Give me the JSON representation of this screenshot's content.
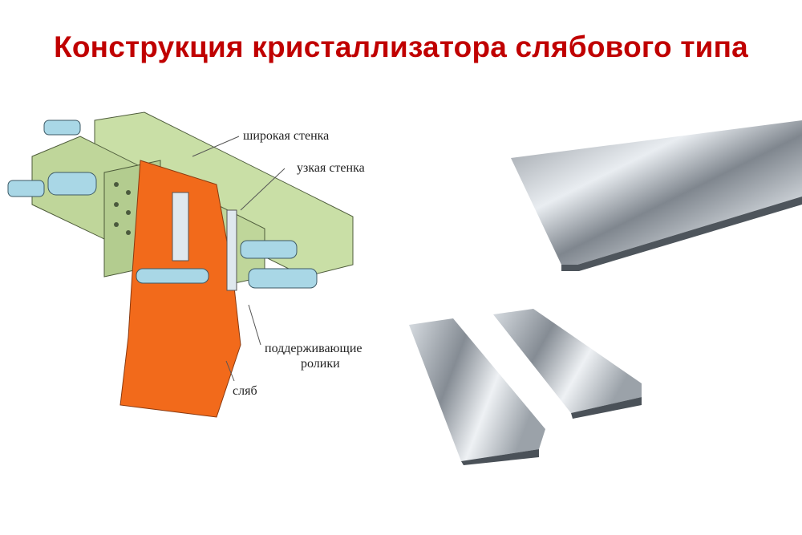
{
  "slide": {
    "title": "Конструкция кристаллизатора слябового типа",
    "labels": {
      "wide_wall": "широкая стенка",
      "narrow_wall": "узкая стенка",
      "support_rollers_line1": "поддерживающие",
      "support_rollers_line2": "ролики",
      "slab": "сляб"
    },
    "colors": {
      "title": "#c00000",
      "slab": "#f26a1b",
      "frame": "#c9dfa6",
      "parts": "#a9d7e6"
    }
  }
}
